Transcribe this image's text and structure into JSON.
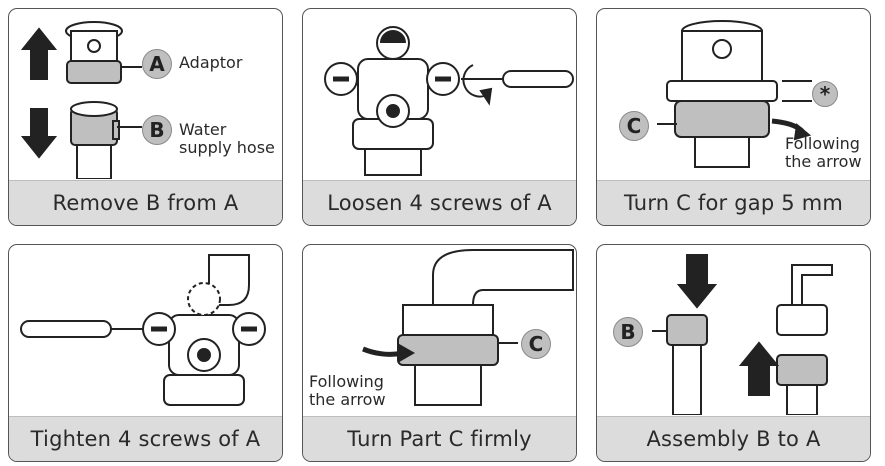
{
  "panels": [
    {
      "caption": "Remove B from A",
      "badge_a": "A",
      "label_a": "Adaptor",
      "badge_b": "B",
      "label_b_line1": "Water",
      "label_b_line2": "supply hose"
    },
    {
      "caption": "Loosen 4 screws of A"
    },
    {
      "caption": "Turn C for gap 5 mm",
      "badge": "C",
      "marker": "*",
      "note_line1": "Following",
      "note_line2": "the arrow"
    },
    {
      "caption": "Tighten 4 screws of A"
    },
    {
      "caption": "Turn Part C firmly",
      "badge": "C",
      "note_line1": "Following",
      "note_line2": "the arrow"
    },
    {
      "caption": "Assembly B to A",
      "badge": "B"
    }
  ],
  "colors": {
    "panel_border": "#555555",
    "caption_bg": "#dcdcdc",
    "part_fill": "#bfbfbf",
    "line": "#222222"
  }
}
